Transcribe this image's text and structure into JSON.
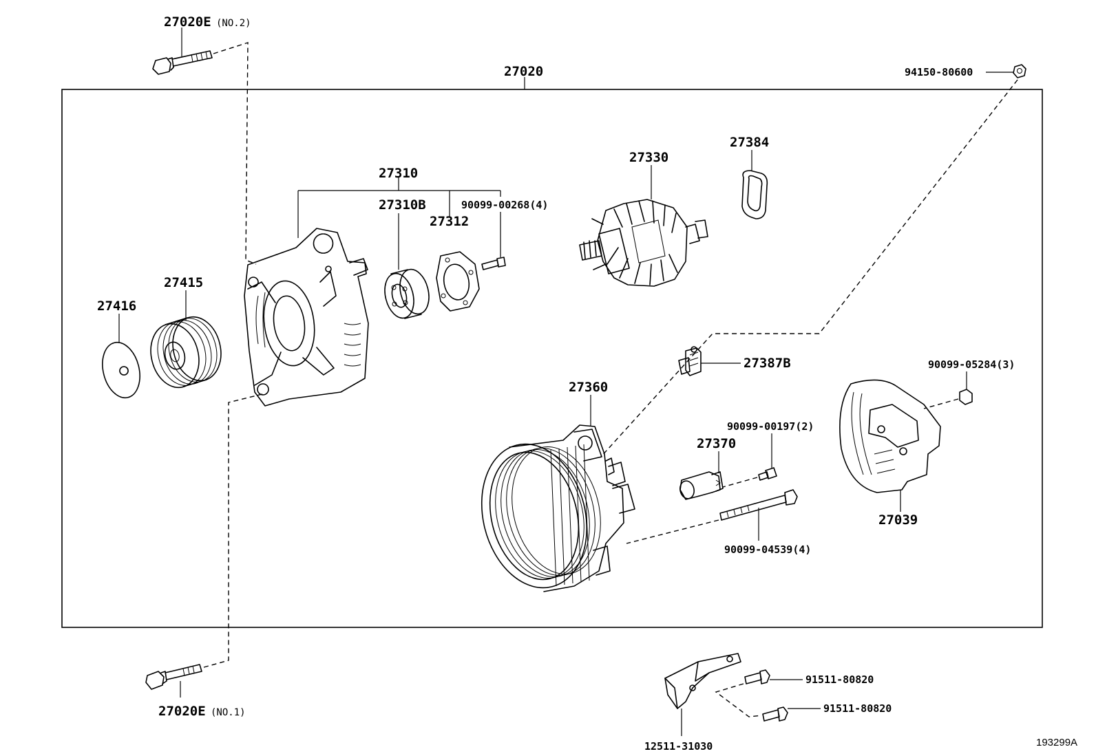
{
  "diagram": {
    "figure_number": "193299A",
    "assembly_label": "27020",
    "labels": {
      "p27020E_2": "27020E",
      "p27020E_2_qual": "(NO.2)",
      "p27020E_1": "27020E",
      "p27020E_1_qual": "(NO.1)",
      "p94150": "94150-80600",
      "p27310": "27310",
      "p27310B": "27310B",
      "p90099_00268": "90099-00268(4)",
      "p27312": "27312",
      "p27330": "27330",
      "p27384": "27384",
      "p27415": "27415",
      "p27416": "27416",
      "p27387B": "27387B",
      "p27360": "27360",
      "p90099_00197": "90099-00197(2)",
      "p27370": "27370",
      "p90099_05284": "90099-05284(3)",
      "p27039": "27039",
      "p90099_04539": "90099-04539(4)",
      "p91511_a": "91511-80820",
      "p91511_b": "91511-80820",
      "p12511": "12511-31030"
    }
  }
}
